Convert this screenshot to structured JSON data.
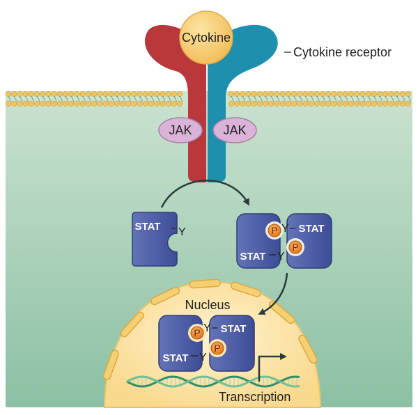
{
  "labels": {
    "cytokine": "Cytokine",
    "cytokine_receptor": "Cytokine receptor",
    "jak_left": "JAK",
    "jak_right": "JAK",
    "stat_monomer": "STAT",
    "stat_dimer_top": "STAT",
    "stat_dimer_bottom": "STAT",
    "stat_nuclear_top": "STAT",
    "stat_nuclear_bottom": "STAT",
    "tyrosine": "Y",
    "phosphate": "P",
    "nucleus": "Nucleus",
    "transcription": "Transcription"
  },
  "colors": {
    "cytoplasm_top": "#c2dcc8",
    "cytoplasm_bottom": "#8fc2a4",
    "receptor_left": "#b8383c",
    "receptor_right": "#1e8fae",
    "cytokine": "#f6c970",
    "jak": "#d7aed6",
    "stat": "#4f5fa8",
    "phosphate": "#f08a2c",
    "nucleus": "#fbe1a6",
    "membrane_bead": "#f3c45e",
    "dna_a": "#2f8f6a",
    "dna_b": "#7ac3a1"
  }
}
